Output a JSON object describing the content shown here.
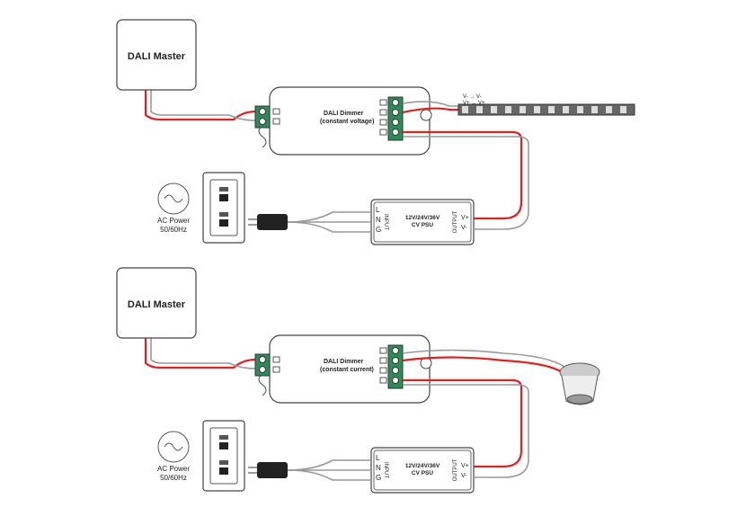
{
  "diagrams": [
    {
      "master_label": "DALI Master",
      "dimmer_title": "DALI Dimmer",
      "dimmer_subtitle": "(constant voltage)",
      "psu_line1": "12V/24V/36V",
      "psu_line2": "CV PSU",
      "psu_input": "INPUT",
      "psu_output": "OUTPUT",
      "psu_in_terminals": [
        "L",
        "N",
        "G"
      ],
      "psu_out_terminals": [
        "V+",
        "V-"
      ],
      "ac_label": "AC Power",
      "ac_freq": "50/60Hz",
      "load": "led-strip",
      "strip_labels": [
        "V- → V-",
        "V+ → V+"
      ]
    },
    {
      "master_label": "DALI Master",
      "dimmer_title": "DALI Dimmer",
      "dimmer_subtitle": "(constant current)",
      "psu_line1": "12V/24V/36V",
      "psu_line2": "CV PSU",
      "psu_input": "INPUT",
      "psu_output": "OUTPUT",
      "psu_in_terminals": [
        "L",
        "N",
        "G"
      ],
      "psu_out_terminals": [
        "V+",
        "V-"
      ],
      "ac_label": "AC Power",
      "ac_freq": "50/60Hz",
      "load": "led-downlight"
    }
  ],
  "colors": {
    "positive_wire": "#d22222",
    "neutral_wire": "#999999",
    "terminal": "#2e8b57",
    "cable": "#222222"
  }
}
